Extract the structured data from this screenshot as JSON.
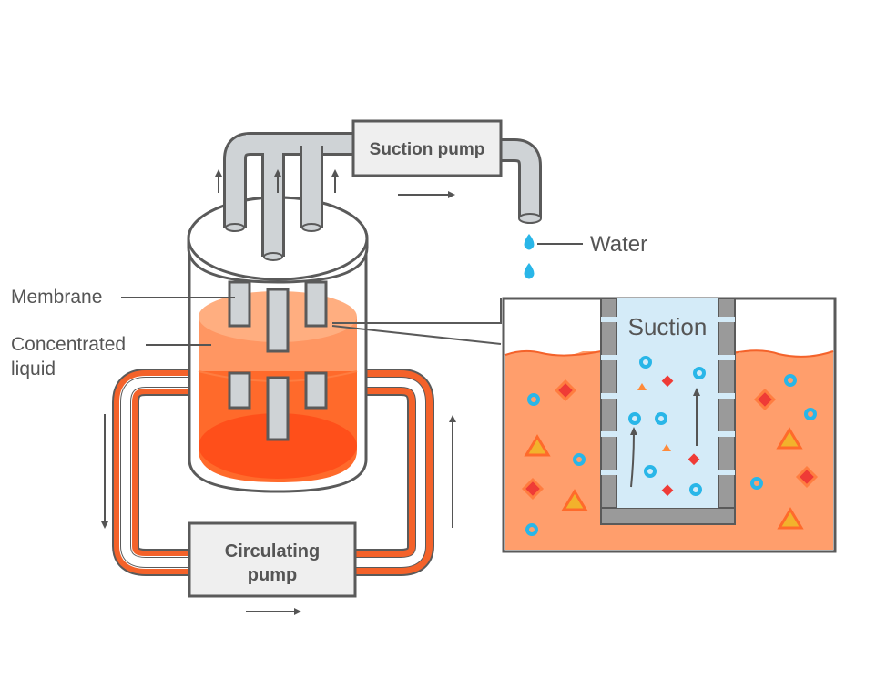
{
  "labels": {
    "suction_pump": "Suction pump",
    "water": "Water",
    "membrane": "Membrane",
    "concentrated_line1": "Concentrated",
    "concentrated_line2": "liquid",
    "suction": "Suction",
    "circulating_line1": "Circulating",
    "circulating_line2": "pump"
  },
  "colors": {
    "outline": "#5a5a5a",
    "liquid_orange": "#ff6a2b",
    "liquid_light": "#ff9e6c",
    "pipe_orange": "#f4622a",
    "water_blue": "#29b6e8",
    "suction_blue": "#d4ebf8",
    "particle_red": "#ef3b36",
    "particle_yellow": "#f2b22c",
    "grey_fill": "#cfd3d6",
    "box_fill": "#efefef"
  }
}
